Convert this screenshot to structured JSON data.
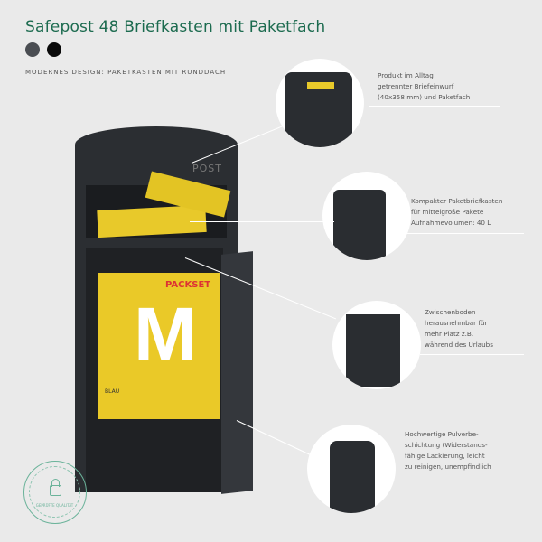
{
  "title": "Safepost 48 Briefkasten mit Paketfach",
  "color_options": [
    "#4a4d52",
    "#0a0a0a"
  ],
  "subtitle": "MODERNES DESIGN: PAKETKASTEN MIT RUNDDACH",
  "mailbox": {
    "post_label": "POST",
    "package_brand": "PACKSET",
    "package_letter": "M",
    "package_small": "BLAU"
  },
  "features": [
    {
      "lines": [
        "Produkt im Alltag",
        "getrennter Briefeinwurf",
        "(40x358 mm) und Paketfach"
      ]
    },
    {
      "lines": [
        "Kompakter Paketbriefkasten",
        "für mittelgroße Pakete",
        "Aufnahmevolumen: 40 L"
      ]
    },
    {
      "lines": [
        "Zwischenboden",
        "herausnehmbar für",
        "mehr Platz z.B.",
        "während des Urlaubs"
      ]
    },
    {
      "lines": [
        "Hochwertige Pulverbe-",
        "schichtung (Widerstands-",
        "fähige Lackierung, leicht",
        "zu reinigen, unempfindlich"
      ]
    }
  ],
  "badge": {
    "text": "GEPRÜFTE QUALITÄT"
  }
}
